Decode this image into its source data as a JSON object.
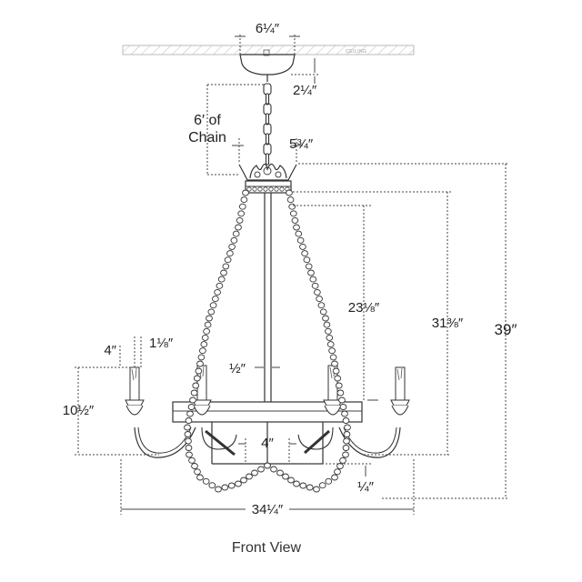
{
  "diagram": {
    "view_title": "Front View",
    "ceiling_label": "CEILING",
    "chain_label_line1": "6′ of",
    "chain_label_line2": "Chain",
    "dimensions": {
      "canopy_width": "6¼″",
      "canopy_height": "2¼″",
      "crown_width": "5¾″",
      "body_height": "23⅛″",
      "overall_to_ring": "31⅜″",
      "overall_height": "39″",
      "candle_height": "4″",
      "candle_width": "1⅛″",
      "arm_height": "10½″",
      "rod_width": "½″",
      "inner_gap": "4″",
      "ring_offset": "¼″",
      "overall_width": "34¼″"
    }
  }
}
